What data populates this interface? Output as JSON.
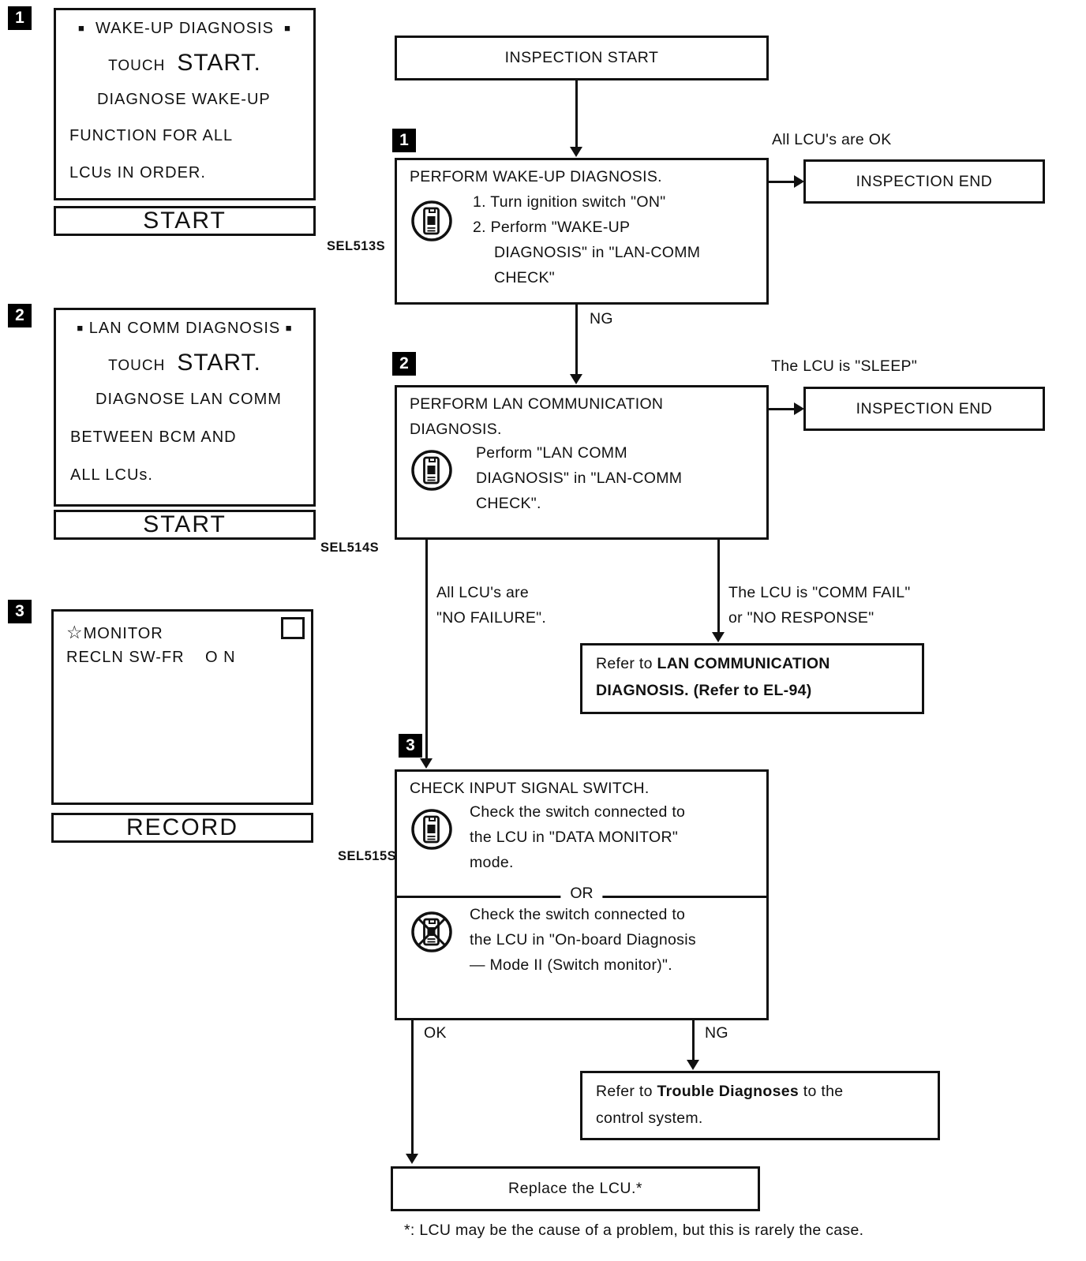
{
  "screens": {
    "s1": {
      "badge": "1",
      "bullet": "■",
      "title": "WAKE-UP DIAGNOSIS",
      "touch": "TOUCH",
      "start_word": "START.",
      "line1": "DIAGNOSE WAKE-UP",
      "line2": "FUNCTION FOR ALL",
      "line3": "LCUs IN ORDER.",
      "button": "START",
      "ref": "SEL513S"
    },
    "s2": {
      "badge": "2",
      "bullet": "■",
      "title": "LAN COMM DIAGNOSIS",
      "touch": "TOUCH",
      "start_word": "START.",
      "line1": "DIAGNOSE LAN COMM",
      "line2": "BETWEEN BCM AND",
      "line3": "ALL LCUs.",
      "button": "START",
      "ref": "SEL514S"
    },
    "s3": {
      "badge": "3",
      "star": "☆",
      "title": "MONITOR",
      "row_label": "RECLN SW-FR",
      "row_value": "O N",
      "button": "RECORD",
      "ref": "SEL515S"
    }
  },
  "flow": {
    "inspection_start": "INSPECTION START",
    "inspection_end_1": "INSPECTION END",
    "inspection_end_2": "INSPECTION END",
    "step1": {
      "badge": "1",
      "title": "PERFORM WAKE-UP DIAGNOSIS.",
      "l1": "1. Turn ignition switch \"ON\"",
      "l2": "2. Perform \"WAKE-UP",
      "l3": "DIAGNOSIS\" in \"LAN-COMM",
      "l4": "CHECK\""
    },
    "branch1": {
      "label": "All LCU's are OK",
      "ng": "NG"
    },
    "step2": {
      "badge": "2",
      "t1": "PERFORM LAN COMMUNICATION",
      "t2": "DIAGNOSIS.",
      "l1": "Perform \"LAN COMM",
      "l2": "DIAGNOSIS\" in \"LAN-COMM",
      "l3": "CHECK\"."
    },
    "branch2": {
      "label": "The LCU is \"SLEEP\"",
      "left1": "All LCU's are",
      "left2": "\"NO FAILURE\".",
      "right1": "The LCU is \"COMM FAIL\"",
      "right2": "or \"NO RESPONSE\""
    },
    "refer_lan": {
      "pre": "Refer to ",
      "bold1": "LAN COMMUNICATION",
      "bold2": "DIAGNOSIS. (Refer to EL-94)"
    },
    "step3": {
      "badge": "3",
      "title": "CHECK INPUT SIGNAL SWITCH.",
      "a1": "Check the switch connected to",
      "a2": "the LCU in \"DATA MONITOR\"",
      "a3": "mode.",
      "or": "OR",
      "b1": "Check the switch connected to",
      "b2": "the LCU in \"On-board Diagnosis",
      "b3": "— Mode II (Switch monitor)\".",
      "ok": "OK",
      "ng": "NG"
    },
    "trouble": {
      "pre": "Refer to ",
      "bold": "Trouble Diagnoses",
      "post": " to the",
      "line2": "control system."
    },
    "replace": "Replace the LCU.*",
    "footnote": "*: LCU may be the cause of a problem, but this is rarely the case."
  }
}
